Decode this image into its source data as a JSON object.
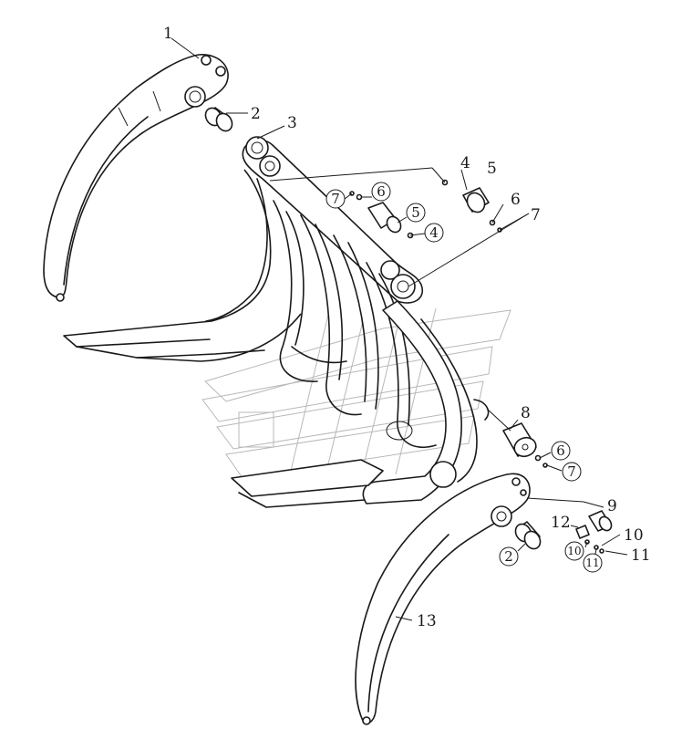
{
  "callouts": [
    {
      "id": "c1",
      "text": "1",
      "circled": false
    },
    {
      "id": "c2a",
      "text": "2",
      "circled": false
    },
    {
      "id": "c3",
      "text": "3",
      "circled": false
    },
    {
      "id": "c4a",
      "text": "4",
      "circled": false
    },
    {
      "id": "c5a",
      "text": "5",
      "circled": false
    },
    {
      "id": "c6a",
      "text": "6",
      "circled": false
    },
    {
      "id": "c7a",
      "text": "7",
      "circled": false
    },
    {
      "id": "c7b",
      "text": "7",
      "circled": true
    },
    {
      "id": "c6b",
      "text": "6",
      "circled": true
    },
    {
      "id": "c5b",
      "text": "5",
      "circled": true
    },
    {
      "id": "c4b",
      "text": "4",
      "circled": true
    },
    {
      "id": "c8",
      "text": "8",
      "circled": false
    },
    {
      "id": "c6c",
      "text": "6",
      "circled": true
    },
    {
      "id": "c7c",
      "text": "7",
      "circled": true
    },
    {
      "id": "c9",
      "text": "9",
      "circled": false
    },
    {
      "id": "c12",
      "text": "12",
      "circled": false
    },
    {
      "id": "c10a",
      "text": "10",
      "circled": false
    },
    {
      "id": "c10b",
      "text": "10",
      "circled": true
    },
    {
      "id": "c11b",
      "text": "11",
      "circled": true
    },
    {
      "id": "c11a",
      "text": "11",
      "circled": false
    },
    {
      "id": "c2b",
      "text": "2",
      "circled": true
    },
    {
      "id": "c13",
      "text": "13",
      "circled": false
    }
  ],
  "colors": {
    "line": "#1a1a1a",
    "watermark": "#b8b8b8",
    "background": "#ffffff"
  }
}
